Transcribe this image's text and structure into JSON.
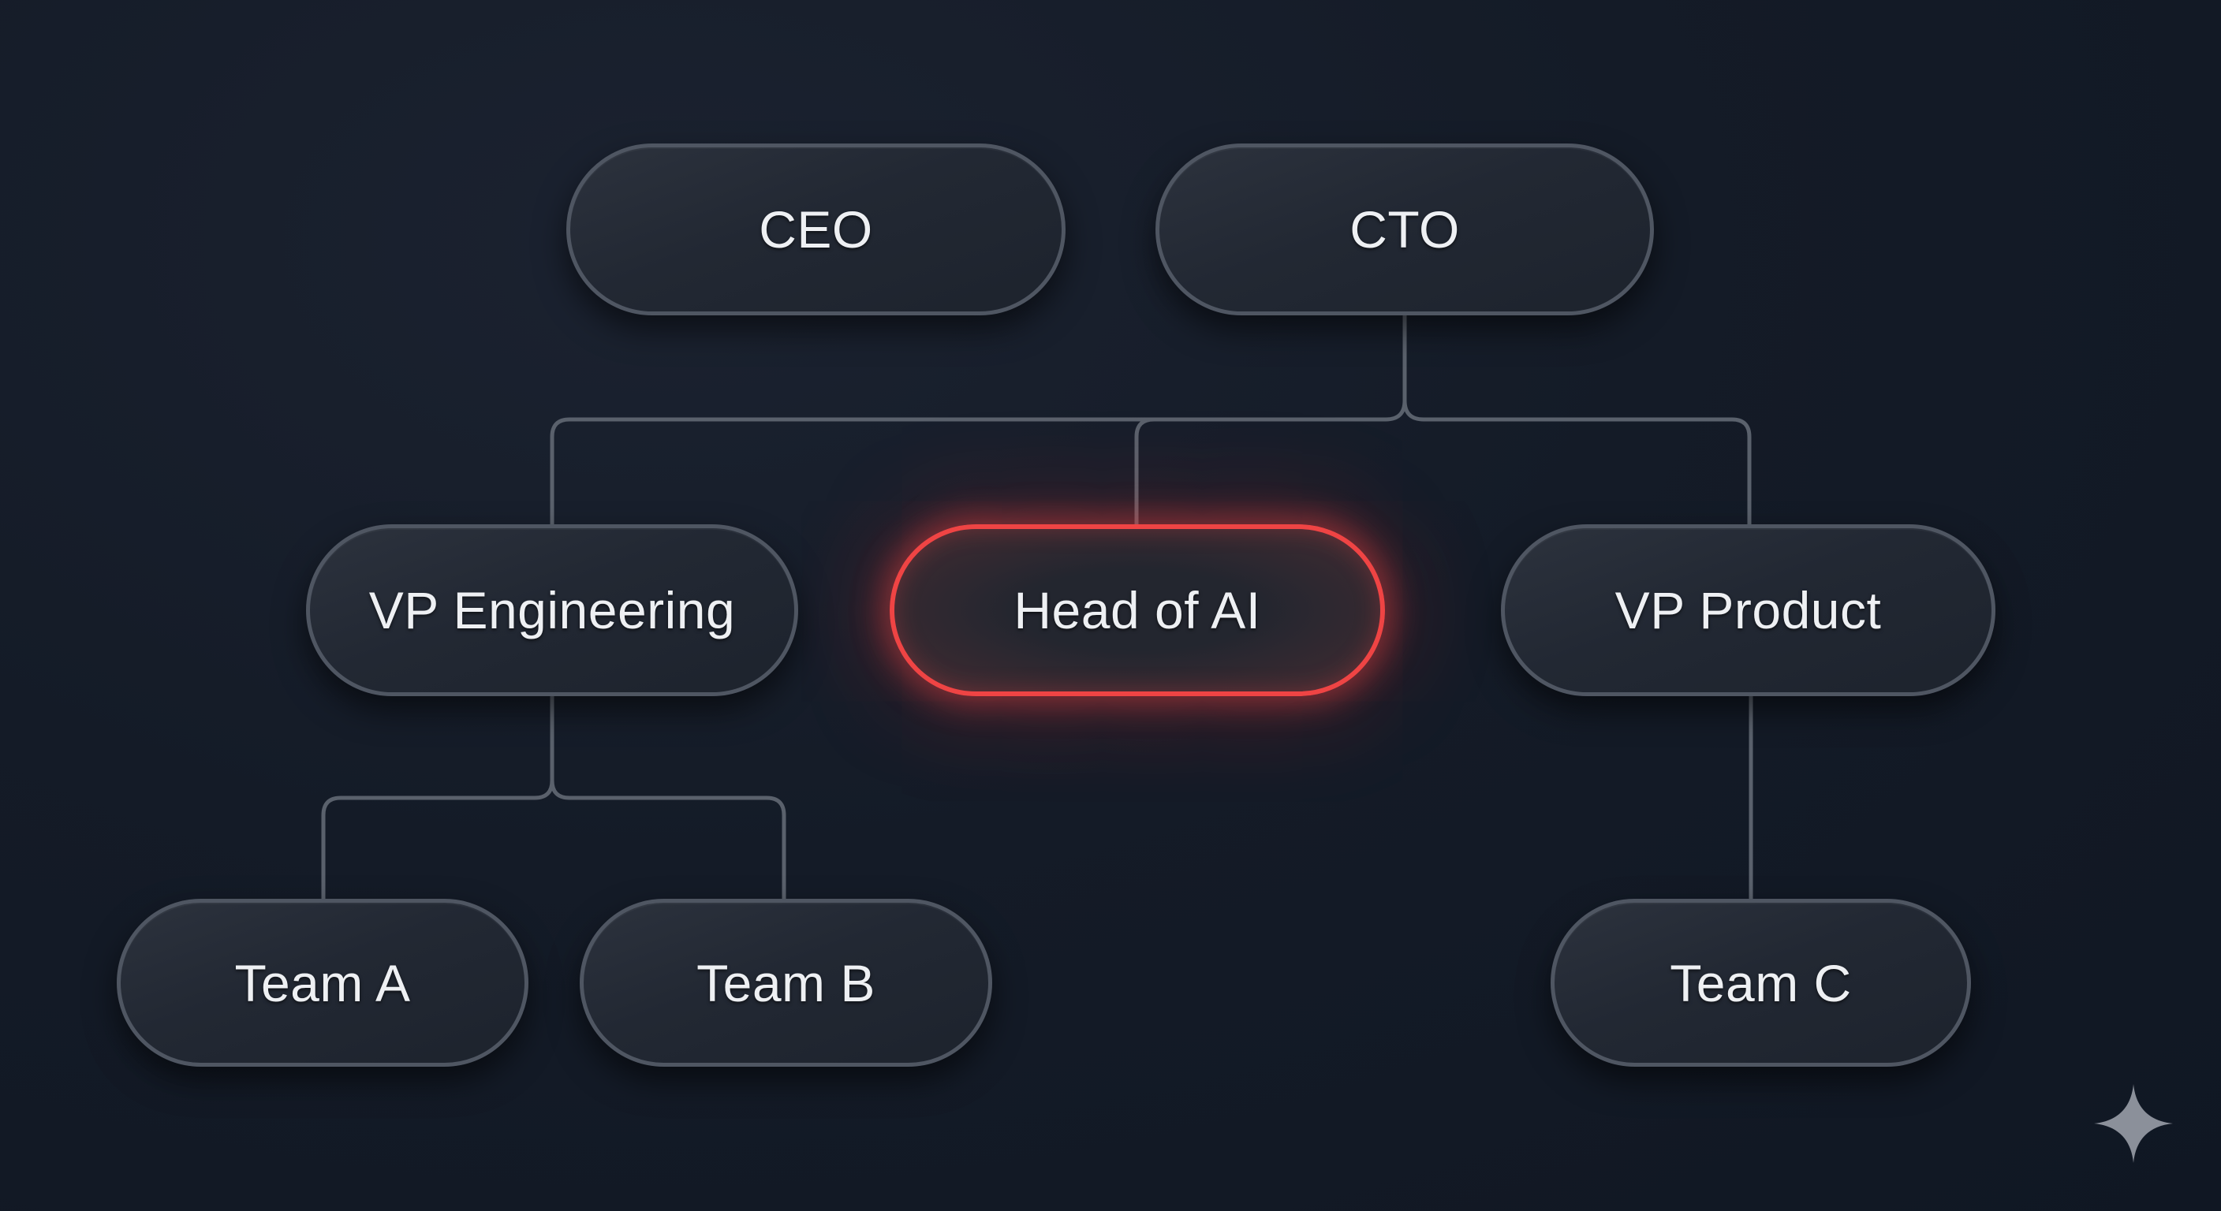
{
  "diagram": {
    "type": "org-chart",
    "nodes": [
      {
        "id": "ceo",
        "label": "CEO",
        "highlighted": false
      },
      {
        "id": "cto",
        "label": "CTO",
        "highlighted": false
      },
      {
        "id": "vp_engineering",
        "label": "VP Engineering",
        "highlighted": false
      },
      {
        "id": "head_of_ai",
        "label": "Head of AI",
        "highlighted": true
      },
      {
        "id": "vp_product",
        "label": "VP Product",
        "highlighted": false
      },
      {
        "id": "team_a",
        "label": "Team A",
        "highlighted": false
      },
      {
        "id": "team_b",
        "label": "Team B",
        "highlighted": false
      },
      {
        "id": "team_c",
        "label": "Team C",
        "highlighted": false
      }
    ],
    "edges": [
      {
        "from": "cto",
        "to": "vp_engineering"
      },
      {
        "from": "cto",
        "to": "head_of_ai"
      },
      {
        "from": "cto",
        "to": "vp_product"
      },
      {
        "from": "vp_engineering",
        "to": "team_a"
      },
      {
        "from": "vp_engineering",
        "to": "team_b"
      },
      {
        "from": "vp_product",
        "to": "team_c"
      }
    ]
  },
  "colors": {
    "background": "#121925",
    "node_fill": "#242a34",
    "node_border": "#4f5662",
    "connector": "#5a616c",
    "highlight": "#ef4444",
    "text": "#eef0f3",
    "sparkle": "#8b909a"
  },
  "icons": {
    "watermark": "sparkle-icon"
  }
}
